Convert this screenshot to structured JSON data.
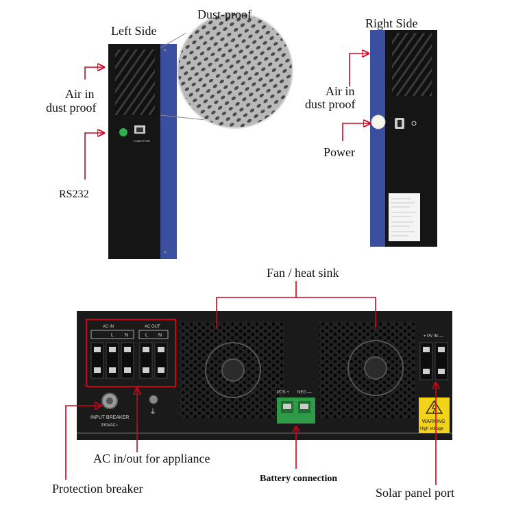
{
  "captions": {
    "left_side": "Left Side",
    "dust_proof": "Dust-proof",
    "right_side": "Right Side",
    "air_in_left": [
      "Air in",
      "dust proof"
    ],
    "air_in_right": [
      "Air in",
      "dust proof"
    ],
    "rs232": "RS232",
    "power": "Power",
    "fan_heat_sink": "Fan / heat sink",
    "ac_in_out": "AC in/out for appliance",
    "protection_breaker": "Protection breaker",
    "battery_connection": "Battery connection",
    "solar_panel_port": "Solar panel port"
  },
  "panel_text": {
    "comm_port": "COMM PORT",
    "ac_in": "AC IN",
    "ac_out": "AC OUT",
    "l": "L",
    "n": "N",
    "input_breaker": "INPUT BREAKER",
    "voltage": "230VAC~",
    "pos": "POS +",
    "neg": "NEG —",
    "pv_in": "+ PV IN —",
    "warning": "WARNING",
    "high_voltage": "High Voltage"
  },
  "colors": {
    "arrow": "#d0021b",
    "panel": "#151515",
    "side_blue": "#3a4fa0",
    "terminal_green": "#2f9a47",
    "warning_yellow": "#f3d21a"
  }
}
